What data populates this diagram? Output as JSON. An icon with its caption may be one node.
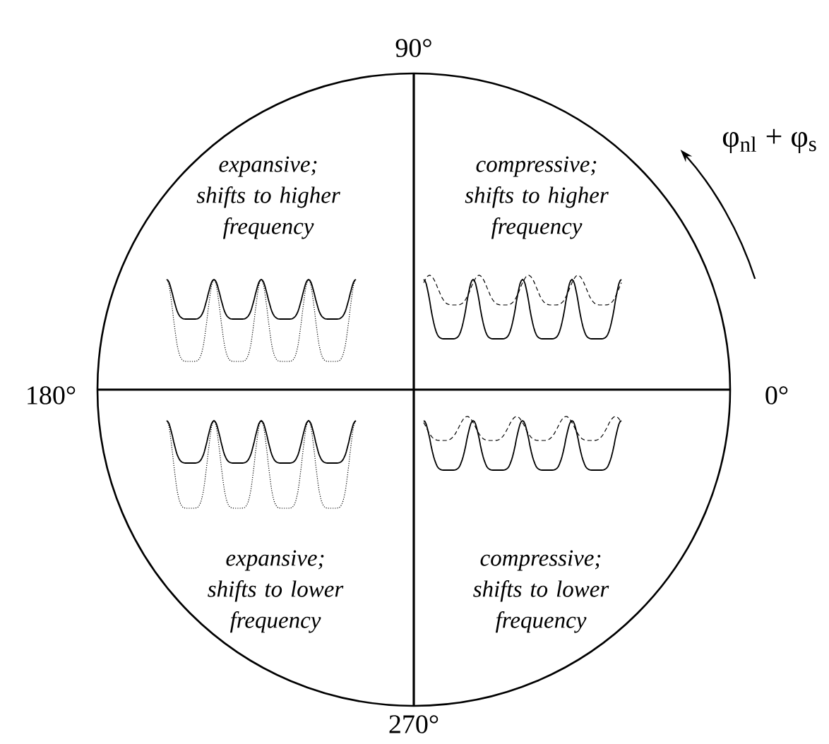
{
  "diagram": {
    "labels": [
      "90°",
      "expansive; shifts to higher frequency",
      "compressive; shifts to higher frequency",
      "φ$_{nl}$ + φ$_{s}$",
      "180°",
      "0°",
      "expansive; shifts to lower frequency",
      "compressive; shifts to lower frequency",
      "270°"
    ]
  }
}
